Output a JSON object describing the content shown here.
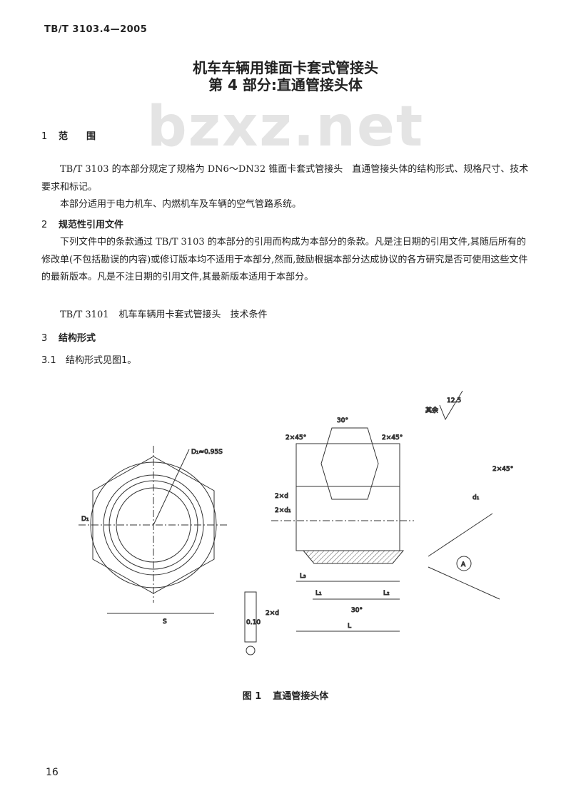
{
  "header": {
    "standard_code": "TB/T 3103.4—2005"
  },
  "title": {
    "line1": "机车车辆用锥面卡套式管接头",
    "line2": "第 4 部分:直通管接头体"
  },
  "watermark": "bzxz.net",
  "sections": {
    "s1": {
      "num": "1",
      "title": "范　　围",
      "p1": "TB/T 3103 的本部分规定了规格为 DN6～DN32 锥面卡套式管接头　直通管接头体的结构形式、规格尺寸、技术要求和标记。",
      "p2": "本部分适用于电力机车、内燃机车及车辆的空气管路系统。"
    },
    "s2": {
      "num": "2",
      "title": "规范性引用文件",
      "p1": "下列文件中的条款通过 TB/T 3103 的本部分的引用而构成为本部分的条款。凡是注日期的引用文件,其随后所有的修改单(不包括勘误的内容)或修订版本均不适用于本部分,然而,鼓励根据本部分达成协议的各方研究是否可使用这些文件的最新版本。凡是不注日期的引用文件,其最新版本适用于本部分。",
      "ref_code": "TB/T 3101",
      "ref_title": "机车车辆用卡套式管接头　技术条件"
    },
    "s3": {
      "num": "3",
      "title": "结构形式",
      "sub_num": "3.1",
      "sub_text": "结构形式见图1。"
    }
  },
  "figure": {
    "caption_num": "图 1",
    "caption_text": "直通管接头体",
    "labels": {
      "roughness_rest": "其余",
      "roughness_value": "12.5",
      "d1_formula": "D₁≈0.95S",
      "angle_top": "30°",
      "chamfer_left": "2×45°",
      "chamfer_right": "2×45°",
      "angle_bottom": "30°",
      "chamfer_small": "2×45°",
      "s": "S",
      "d1": "D₁",
      "l": "L",
      "l1": "L₁",
      "l2": "L₂",
      "l3": "L₃",
      "d_small": "d₁",
      "two_d": "2×d",
      "two_d1": "2×d₁",
      "tolerance": "0.10",
      "datum": "A",
      "thread": "2×d"
    }
  },
  "page_number": "16"
}
